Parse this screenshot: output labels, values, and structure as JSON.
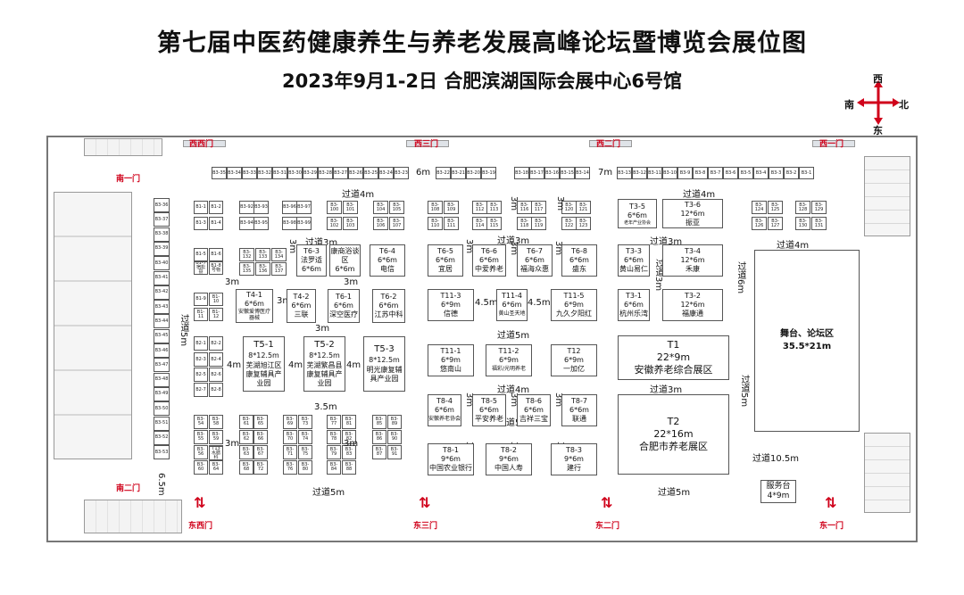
{
  "header": {
    "title": "第七届中医药健康养生与养老发展高峰论坛暨博览会展位图",
    "subtitle": "2023年9月1-2日 合肥滨湖国际会展中心6号馆"
  },
  "compass": {
    "west": "西",
    "south": "南",
    "north": "北",
    "east": "东"
  },
  "gates": [
    "西西门",
    "西三门",
    "西二门",
    "西一门",
    "南一门",
    "南二门",
    "东西门",
    "东三门",
    "东二门",
    "东一门"
  ],
  "aisles": [
    "6m",
    "7m",
    "过道4m",
    "过道4m",
    "过道3m",
    "过道3m",
    "过道4m",
    "3m",
    "3m",
    "过道5m",
    "4m",
    "3.5m",
    "过道3m",
    "过道5m",
    "过道10.5m",
    "过道5m",
    "过道5m",
    "6.5m",
    "过道6m",
    "过道5m",
    "4.5m",
    "4.5m",
    "过道3m",
    "过道4m",
    "3m",
    "3m",
    "3m",
    "4m",
    "4m",
    "3m",
    "3m"
  ],
  "top_row": [
    "B3-35",
    "B3-34",
    "B3-33",
    "B3-32",
    "B3-31",
    "B3-30",
    "B3-29",
    "B3-28",
    "B3-27",
    "B3-26",
    "B3-25",
    "B3-24",
    "B3-23",
    "B3-22",
    "B3-21",
    "B3-20",
    "B3-19",
    "B3-18",
    "B3-17",
    "B3-16",
    "B3-15",
    "B3-14",
    "B3-13",
    "B3-12",
    "B3-11",
    "B3-10",
    "B3-9",
    "B3-8",
    "B3-7",
    "B3-6",
    "B3-5",
    "B3-4",
    "B3-3",
    "B3-2",
    "B3-1"
  ],
  "left_col": [
    "B3-36",
    "B3-37",
    "B3-38",
    "B3-39",
    "B3-40",
    "B3-41",
    "B3-42",
    "B3-43",
    "B3-44",
    "B3-45",
    "B3-46",
    "B3-47",
    "B3-48",
    "B3-49",
    "B3-50",
    "B3-51",
    "B3-52",
    "B3-53"
  ],
  "small_booths": {
    "b1": [
      "B1-1",
      "B1-2",
      "B1-3",
      "B1-4",
      "B1-5",
      "B1-6",
      "B1-7",
      "B1-8",
      "B1-9",
      "B1-10",
      "B1-11",
      "B1-12"
    ],
    "b1_7_name": "宿松县",
    "b1_8_name": "号物",
    "b2": [
      "B2-1",
      "B2-2",
      "B2-3",
      "B2-4",
      "B2-5",
      "B2-6",
      "B2-7",
      "B2-8"
    ],
    "b3_mid": [
      "B3-92",
      "B3-93",
      "B3-94",
      "B3-95",
      "B3-96",
      "B3-97",
      "B3-98",
      "B3-99",
      "B3-100",
      "B3-101",
      "B3-102",
      "B3-103",
      "B3-104",
      "B3-105",
      "B3-106",
      "B3-107",
      "B3-108",
      "B3-109",
      "B3-110",
      "B3-111",
      "B3-112",
      "B3-113",
      "B3-114",
      "B3-115",
      "B3-116",
      "B3-117",
      "B3-118",
      "B3-119",
      "B3-120",
      "B3-121",
      "B3-122",
      "B3-123",
      "B3-124",
      "B3-125",
      "B3-126",
      "B3-127",
      "B3-128",
      "B3-129",
      "B3-130",
      "B3-131",
      "B3-132",
      "B3-133",
      "B3-134",
      "B3-135",
      "B3-136",
      "B3-137"
    ],
    "b3_bottom": [
      "B3-54",
      "B3-58",
      "B3-55",
      "B3-59",
      "B3-56",
      "B3-57",
      "B3-60",
      "B3-64",
      "B3-61",
      "B3-65",
      "B3-62",
      "B3-66",
      "B3-63",
      "B3-67",
      "B3-68",
      "B3-72",
      "B3-69",
      "B3-73",
      "B3-70",
      "B3-74",
      "B3-71",
      "B3-75",
      "B3-76",
      "B3-80",
      "B3-77",
      "B3-81",
      "B3-78",
      "B3-82",
      "B3-79",
      "B3-83",
      "B3-84",
      "B3-88",
      "B3-85",
      "B3-89",
      "B3-86",
      "B3-90",
      "B3-87",
      "B3-91"
    ],
    "t13": {
      "code": "T13",
      "name": "水膳科"
    },
    "t3_5_name": "老年产业协会"
  },
  "booths": {
    "T3-5": {
      "code": "T3-5",
      "size": "6*6m",
      "name": ""
    },
    "T3-6": {
      "code": "T3-6",
      "size": "12*6m",
      "name": "振亚"
    },
    "T6-3": {
      "code": "T6-3",
      "size": "6*6m",
      "name": "法罗适"
    },
    "T6-3b": {
      "code": "",
      "size": "6*6m",
      "name": "康商浴谈区"
    },
    "T6-4": {
      "code": "T6-4",
      "size": "6*6m",
      "name": "电信"
    },
    "T6-5": {
      "code": "T6-5",
      "size": "6*6m",
      "name": "宜居"
    },
    "T6-6": {
      "code": "T6-6",
      "size": "6*6m",
      "name": "中爱养老"
    },
    "T6-7": {
      "code": "T6-7",
      "size": "6*6m",
      "name": "福海众惠"
    },
    "T6-8": {
      "code": "T6-8",
      "size": "6*6m",
      "name": "盛东"
    },
    "T3-3": {
      "code": "T3-3",
      "size": "6*6m",
      "name": "黄山易仁"
    },
    "T3-4": {
      "code": "T3-4",
      "size": "12*6m",
      "name": "禾康"
    },
    "T4-1": {
      "code": "T4-1",
      "size": "6*6m",
      "name": "安徽爱博医疗器械"
    },
    "T4-2": {
      "code": "T4-2",
      "size": "6*6m",
      "name": "三联"
    },
    "T6-1": {
      "code": "T6-1",
      "size": "6*6m",
      "name": "深空医疗"
    },
    "T6-2": {
      "code": "T6-2",
      "size": "6*6m",
      "name": "江苏中科"
    },
    "T11-3": {
      "code": "T11-3",
      "size": "6*9m",
      "name": "信德"
    },
    "T11-4": {
      "code": "T11-4",
      "size": "6*6m",
      "name": "黄山圣天地"
    },
    "T11-5": {
      "code": "T11-5",
      "size": "6*9m",
      "name": "九久夕阳红"
    },
    "T3-1": {
      "code": "T3-1",
      "size": "6*6m",
      "name": "杭州乐湾"
    },
    "T3-2": {
      "code": "T3-2",
      "size": "12*6m",
      "name": "福康通"
    },
    "T5-1": {
      "code": "T5-1",
      "size": "8*12.5m",
      "name": "芜湖旭江区康复辅具产业园"
    },
    "T5-2": {
      "code": "T5-2",
      "size": "8*12.5m",
      "name": "芜湖繁昌县康复辅具产业园"
    },
    "T5-3": {
      "code": "T5-3",
      "size": "8*12.5m",
      "name": "明光康复辅具产业园"
    },
    "T11-1": {
      "code": "T11-1",
      "size": "6*9m",
      "name": "悠南山"
    },
    "T11-2": {
      "code": "T11-2",
      "size": "6*9m",
      "name": "福彩/光明养老"
    },
    "T12": {
      "code": "T12",
      "size": "6*9m",
      "name": "一加亿"
    },
    "T1": {
      "code": "T1",
      "size": "22*9m",
      "name": "安徽养老综合展区"
    },
    "T8-4": {
      "code": "T8-4",
      "size": "6*6m",
      "name": "安徽养老协会"
    },
    "T8-5": {
      "code": "T8-5",
      "size": "6*6m",
      "name": "平安养老"
    },
    "T8-6": {
      "code": "T8-6",
      "size": "6*6m",
      "name": "吉祥三宝"
    },
    "T8-7": {
      "code": "T8-7",
      "size": "6*6m",
      "name": "联通"
    },
    "T2": {
      "code": "T2",
      "size": "22*16m",
      "name": "合肥市养老展区"
    },
    "T8-1": {
      "code": "T8-1",
      "size": "9*6m",
      "name": "中国农业银行"
    },
    "T8-2": {
      "code": "T8-2",
      "size": "9*6m",
      "name": "中国人寿"
    },
    "T8-3": {
      "code": "T8-3",
      "size": "9*6m",
      "name": "建行"
    }
  },
  "stage": {
    "name": "舞台、论坛区",
    "size": "35.5*21m"
  },
  "service": {
    "name": "服务台",
    "size": "4*9m"
  },
  "colors": {
    "gate_red": "#d0021b",
    "wall": "#777777"
  }
}
